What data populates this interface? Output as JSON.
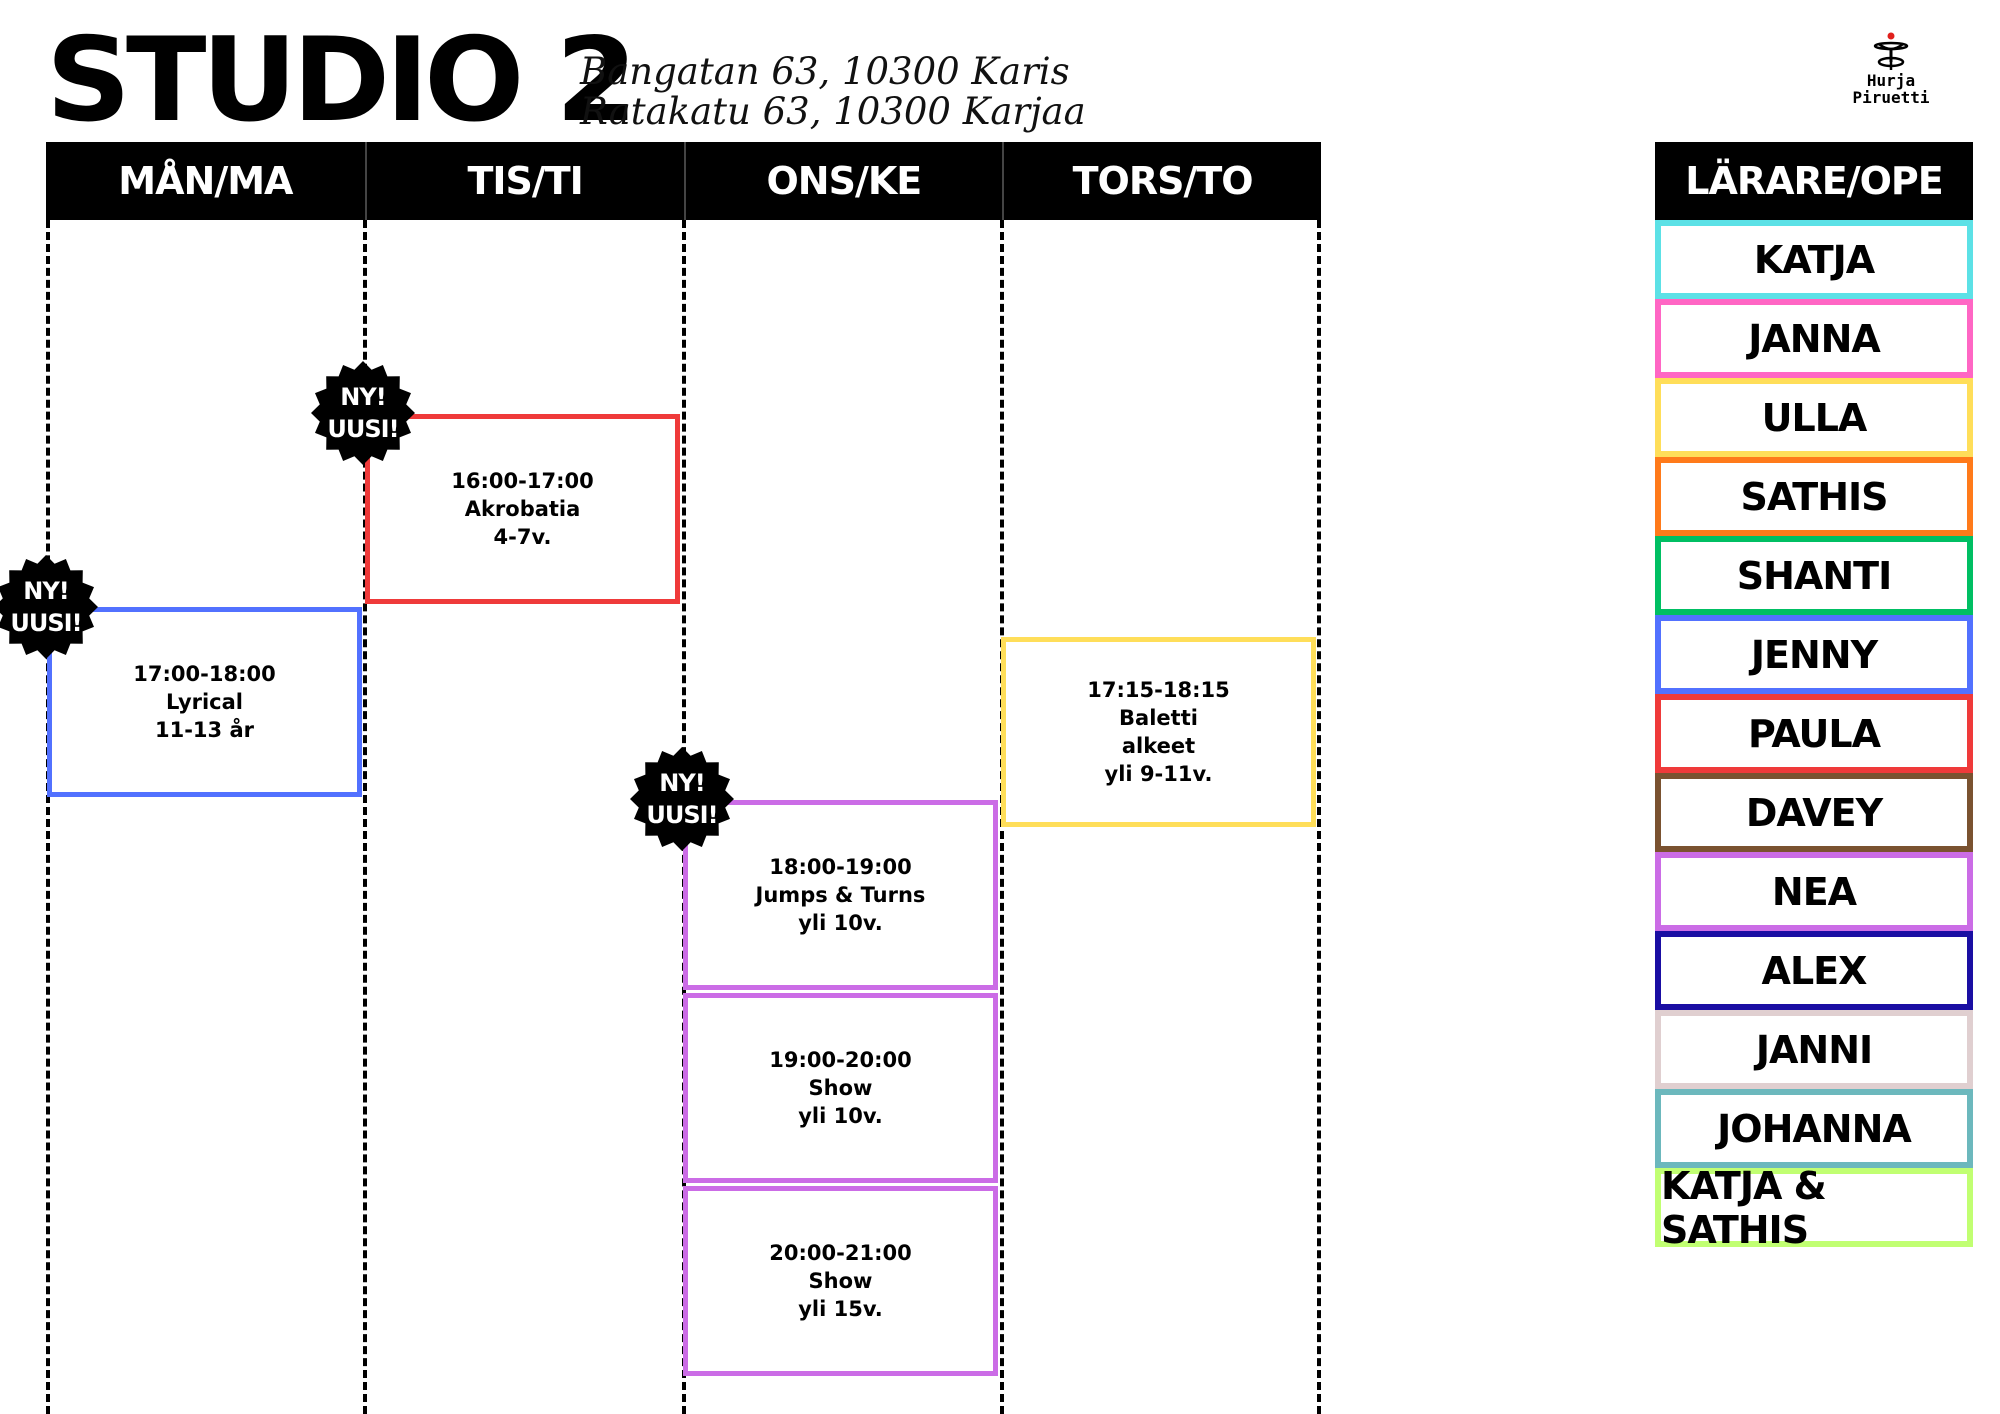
{
  "header": {
    "title": "STUDIO 2",
    "address_line1": "Bangatan 63, 10300 Karis",
    "address_line2": "Ratakatu 63, 10300 Karjaa",
    "logo_line1": "Hurja",
    "logo_line2": "Piruetti"
  },
  "days": [
    "MÅN/MA",
    "TIS/TI",
    "ONS/KE",
    "TORS/TO"
  ],
  "badge": {
    "line1": "NY!",
    "line2": "UUSI!"
  },
  "classes": [
    {
      "time": "16:00-17:00",
      "name": "Akrobatia",
      "age": "4-7v.",
      "color": "#ef3a3a"
    },
    {
      "time": "17:00-18:00",
      "name": "Lyrical",
      "age": "11-13 år",
      "color": "#5271ff"
    },
    {
      "time": "17:15-18:15",
      "name": "Baletti",
      "name2": "alkeet",
      "age": "yli 9-11v.",
      "color": "#ffde59"
    },
    {
      "time": "18:00-19:00",
      "name": "Jumps & Turns",
      "age": "yli 10v.",
      "color": "#cb6ce6"
    },
    {
      "time": "19:00-20:00",
      "name": "Show",
      "age": "yli 10v.",
      "color": "#cb6ce6"
    },
    {
      "time": "20:00-21:00",
      "name": "Show",
      "age": "yli 15v.",
      "color": "#cb6ce6"
    }
  ],
  "legend": {
    "title": "LÄRARE/OPE",
    "teachers": [
      {
        "name": "KATJA",
        "color": "#5ce1e6"
      },
      {
        "name": "JANNA",
        "color": "#ff66c4"
      },
      {
        "name": "ULLA",
        "color": "#ffde59"
      },
      {
        "name": "SATHIS",
        "color": "#ff7a1a"
      },
      {
        "name": "SHANTI",
        "color": "#00bf63"
      },
      {
        "name": "JENNY",
        "color": "#5271ff"
      },
      {
        "name": "PAULA",
        "color": "#ef3a3a"
      },
      {
        "name": "DAVEY",
        "color": "#7a5230"
      },
      {
        "name": "NEA",
        "color": "#cb6ce6"
      },
      {
        "name": "ALEX",
        "color": "#1a0ea3"
      },
      {
        "name": "JANNI",
        "color": "#e0cfd0"
      },
      {
        "name": "JOHANNA",
        "color": "#6cb8bd"
      },
      {
        "name": "KATJA & SATHIS",
        "color": "#c1ff72"
      }
    ]
  }
}
